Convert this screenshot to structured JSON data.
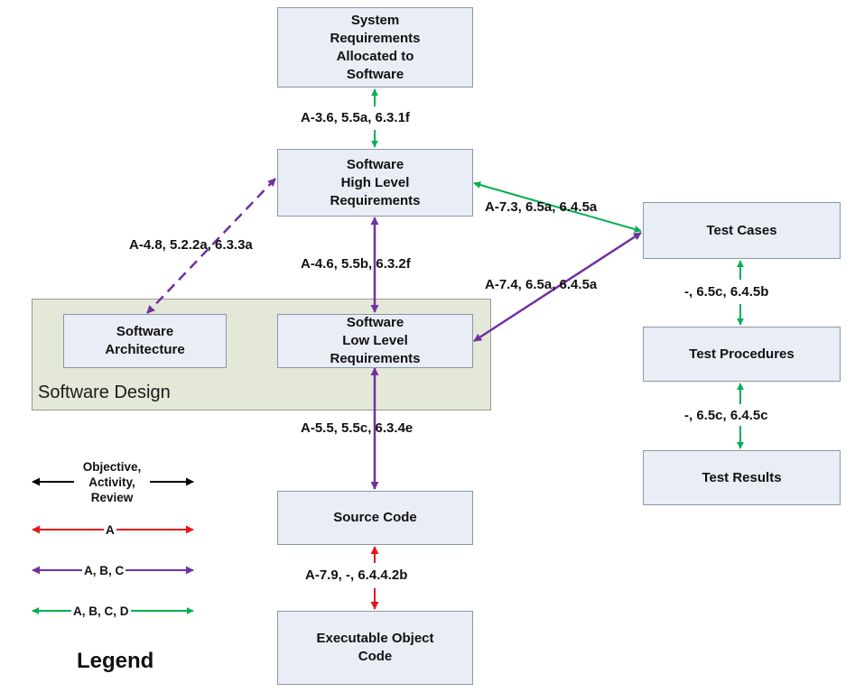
{
  "region": {
    "label": "Software Design"
  },
  "boxes": {
    "sys_req": "System\nRequirements\nAllocated to\nSoftware",
    "hlr": "Software\nHigh Level\nRequirements",
    "arch": "Software\nArchitecture",
    "llr": "Software\nLow Level\nRequirements",
    "src": "Source Code",
    "eoc": "Executable Object\nCode",
    "tc": "Test Cases",
    "tp": "Test Procedures",
    "tr": "Test Results"
  },
  "links": {
    "sys_hlr": "A-3.6, 5.5a, 6.3.1f",
    "hlr_arch": "A-4.8, 5.2.2a, 6.3.3a",
    "hlr_llr": "A-4.6, 5.5b, 6.3.2f",
    "hlr_tc": "A-7.3, 6.5a, 6.4.5a",
    "llr_tc": "A-7.4, 6.5a, 6.4.5a",
    "llr_src": "A-5.5, 5.5c, 6.3.4e",
    "src_eoc": "A-7.9, -, 6.4.4.2b",
    "tc_tp": "-, 6.5c, 6.4.5b",
    "tp_tr": "-, 6.5c, 6.4.5c"
  },
  "legend": {
    "title": "Legend",
    "items": [
      {
        "label": "Objective,\nActivity,\nReview",
        "color": "#000000"
      },
      {
        "label": "A",
        "color": "#e8161b"
      },
      {
        "label": "A, B, C",
        "color": "#7030a0"
      },
      {
        "label": "A, B, C, D",
        "color": "#00b050"
      }
    ]
  }
}
